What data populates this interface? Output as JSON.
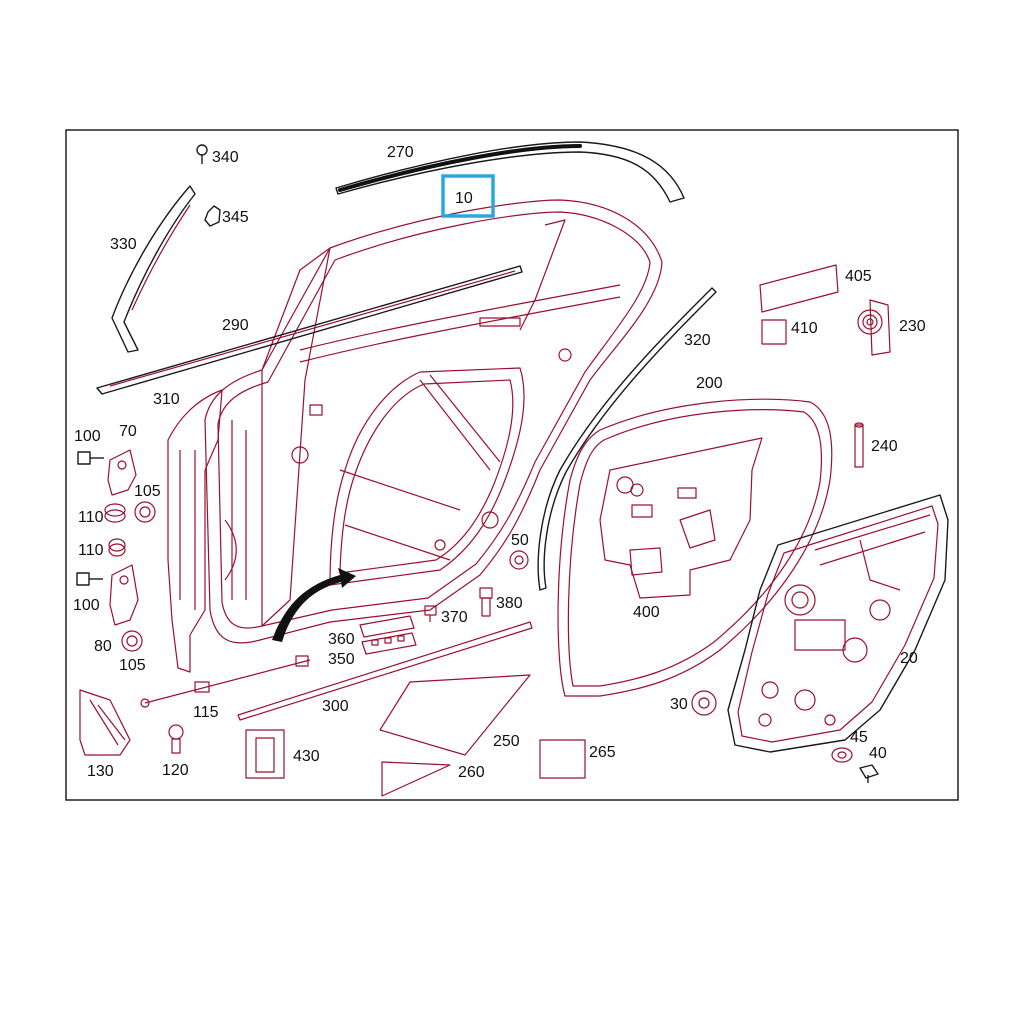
{
  "highlight": {
    "label": "10",
    "color": "#2aa7de"
  },
  "colors": {
    "line": "#9b1030",
    "outline": "#222222"
  },
  "labels": {
    "p10": "10",
    "p20": "20",
    "p30": "30",
    "p40": "40",
    "p45": "45",
    "p50": "50",
    "p70": "70",
    "p80": "80",
    "p100a": "100",
    "p100b": "100",
    "p105a": "105",
    "p105b": "105",
    "p110a": "110",
    "p110b": "110",
    "p115": "115",
    "p120": "120",
    "p130": "130",
    "p200": "200",
    "p230": "230",
    "p240": "240",
    "p250": "250",
    "p260": "260",
    "p265": "265",
    "p270": "270",
    "p290": "290",
    "p300": "300",
    "p310": "310",
    "p320": "320",
    "p330": "330",
    "p340": "340",
    "p345": "345",
    "p350": "350",
    "p360": "360",
    "p370": "370",
    "p380": "380",
    "p400": "400",
    "p405": "405",
    "p410": "410",
    "p430": "430"
  }
}
